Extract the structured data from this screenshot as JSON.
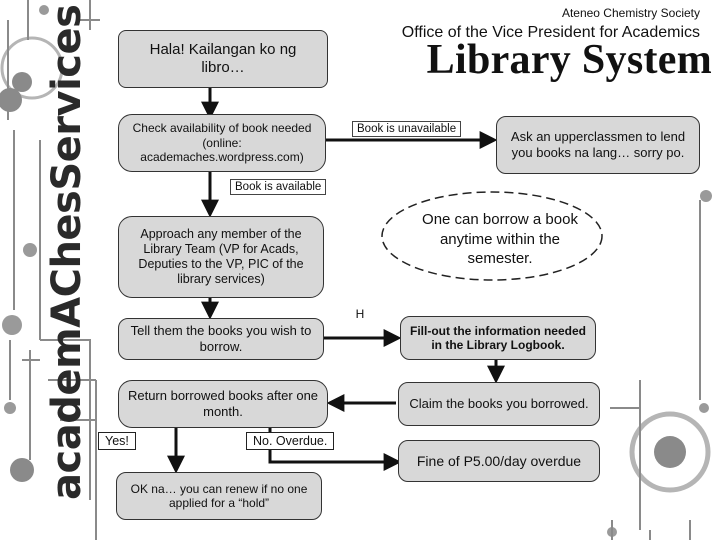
{
  "header": {
    "org": "Ateneo Chemistry Society",
    "office": "Office of the Vice President for Academics",
    "title": "Library System"
  },
  "side_title": "academAChesServices",
  "nodes": {
    "start": "Hala! Kailangan ko ng libro…",
    "check": "Check availability of book needed (online: academaches.wordpress.com)",
    "ask_upper": "Ask an upperclassmen to lend you books na lang… sorry po.",
    "approach": "Approach any member of the Library Team (VP for Acads, Deputies to the VP, PIC of the library services)",
    "tell": "Tell them the books you wish to borrow.",
    "fill": "Fill-out the information needed in the Library Logbook.",
    "return": "Return borrowed books after one month.",
    "claim": "Claim the books you borrowed.",
    "renew": "OK na… you can renew if no one applied for a “hold”",
    "fine": "Fine of P5.00/day overdue"
  },
  "labels": {
    "unavailable": "Book is unavailable",
    "available": "Book is available",
    "yes": "Yes!",
    "no_overdue": "No. Overdue.",
    "h": "H"
  },
  "note": "One can borrow a book anytime within the semester."
}
